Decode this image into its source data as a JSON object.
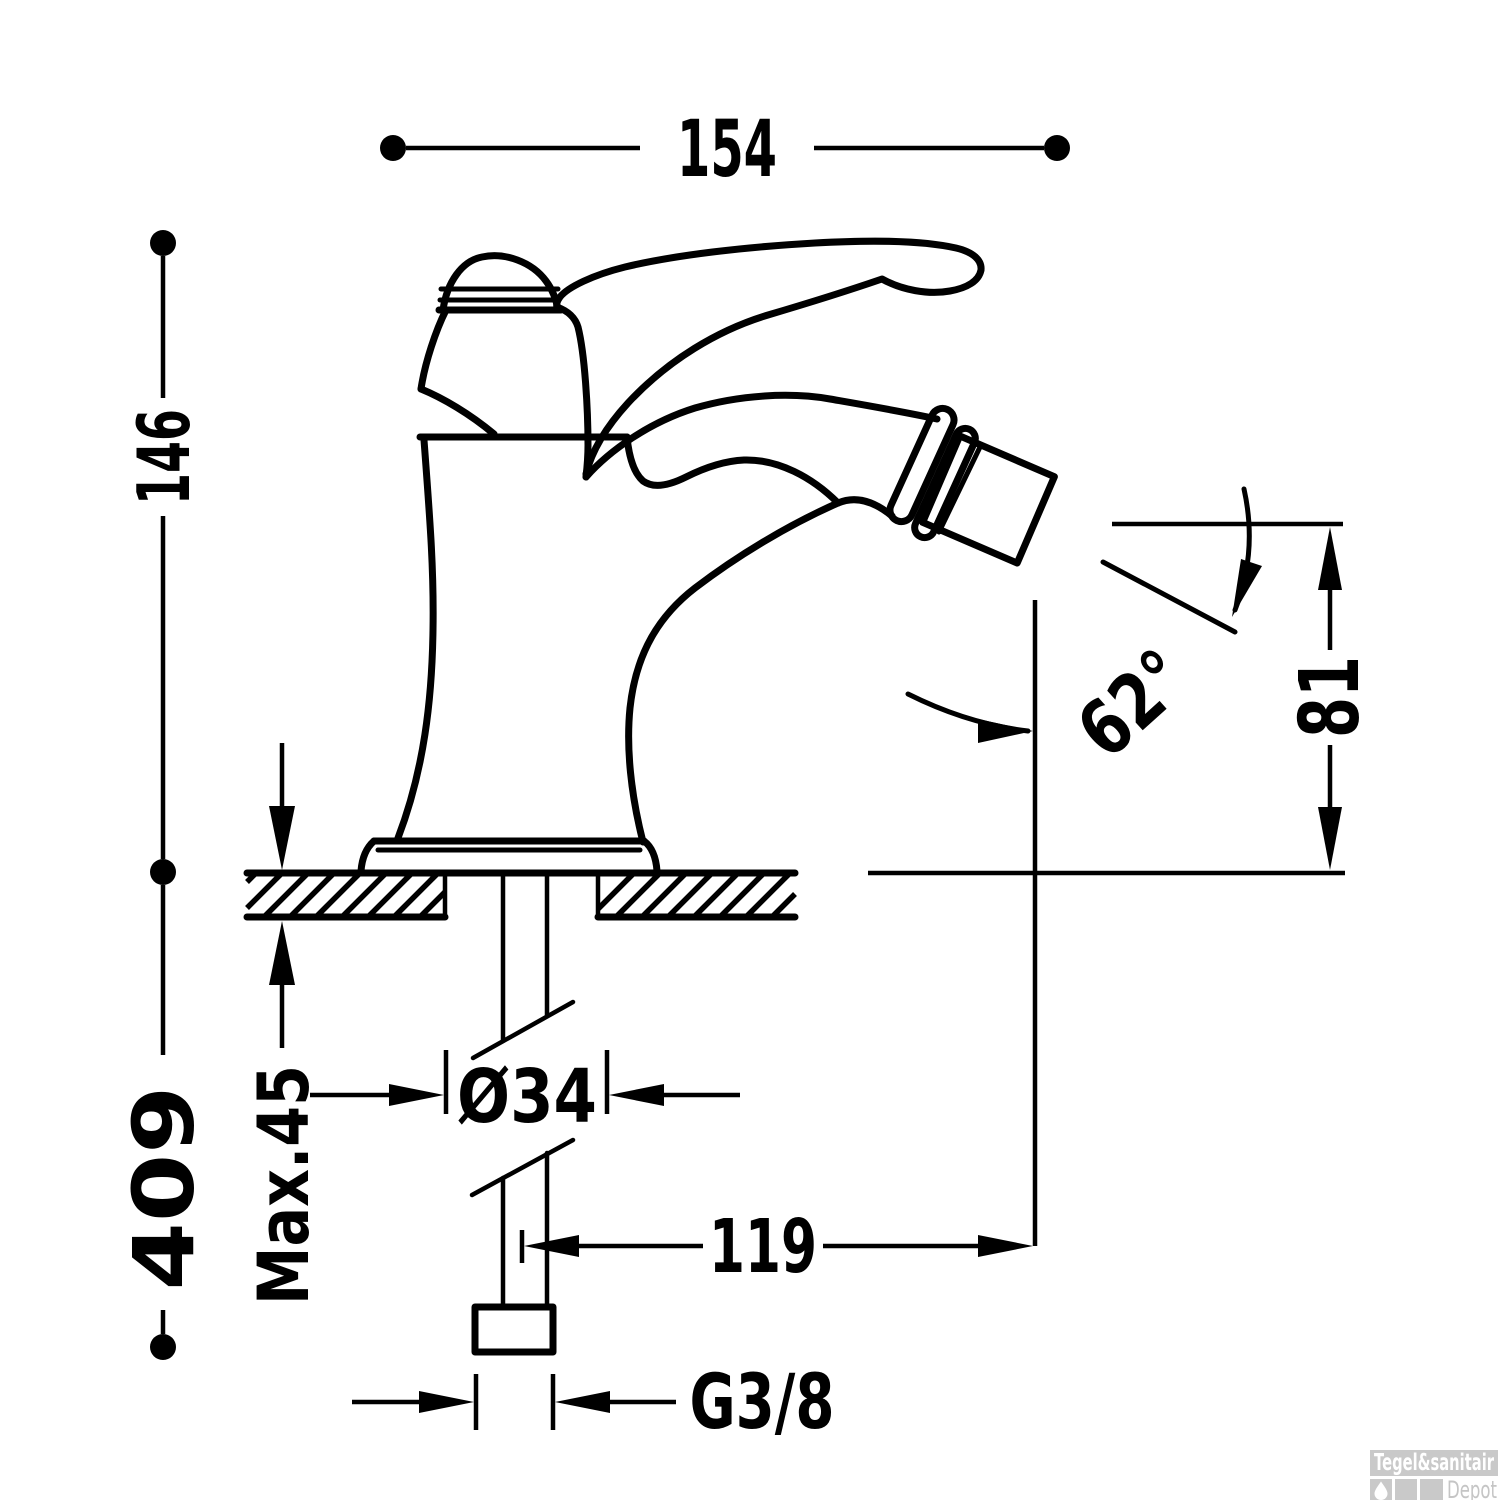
{
  "drawing": {
    "type": "technical-dimension-drawing",
    "subject": "single-lever bidet mixer tap, side elevation"
  },
  "dims": {
    "total_width": "154",
    "height_above_deck": "146",
    "height_below_deck": "409",
    "deck_thickness_max": "Max.45",
    "base_diameter": "Ø34",
    "spout_reach": "119",
    "spout_outlet_height": "81",
    "spout_angle": "62°",
    "supply_thread": "G3/8"
  },
  "watermark": {
    "brand": "Tegel&sanitair",
    "sub": "Depot"
  },
  "colors": {
    "line": "#000000",
    "background": "#ffffff",
    "watermark_box": "#c9c9c9",
    "watermark_text": "#ffffff",
    "watermark_sub": "#c5c5c5"
  }
}
